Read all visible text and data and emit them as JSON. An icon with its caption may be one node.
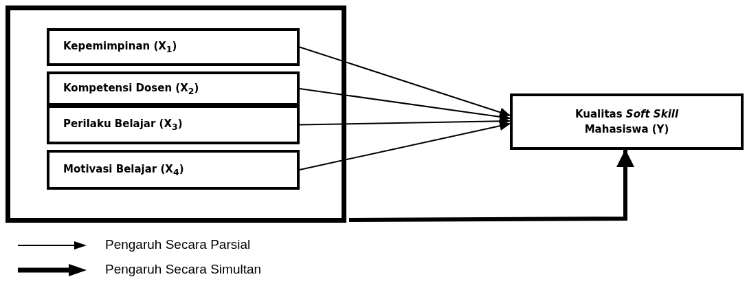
{
  "diagram": {
    "nodes": [
      {
        "text": [],
        "shape": "box"
      },
      {
        "text": [
          "Kepemimpinan (X$_{1}$)"
        ],
        "in": 0
      },
      {
        "text": [
          "Kompetensi Dosen (X$_{2}$)"
        ],
        "in": 0
      },
      {
        "text": [
          "Perilaku Belajar (X$_{3}$)"
        ],
        "in": 0
      },
      {
        "text": [
          "Motivasi Belajar (X$_{4}$)"
        ],
        "in": 0
      },
      {
        "text": [
          "Kualitas *Soft Skill* Mahasiswa (Y)"
        ]
      }
    ],
    "edges": [
      {
        "from": 1,
        "to": 5,
        "arrow": "to"
      },
      {
        "from": 2,
        "to": 5,
        "arrow": "to"
      },
      {
        "from": 3,
        "to": 5,
        "arrow": "to"
      },
      {
        "from": 4,
        "to": 5,
        "arrow": "to"
      },
      {
        "from": 0,
        "to": 5,
        "arrow": "to",
        "style": "thick"
      }
    ],
    "legend": [
      {
        "text": "Pengaruh Secara Parsial"
      },
      {
        "text": "Pengaruh Secara Simultan"
      }
    ]
  }
}
